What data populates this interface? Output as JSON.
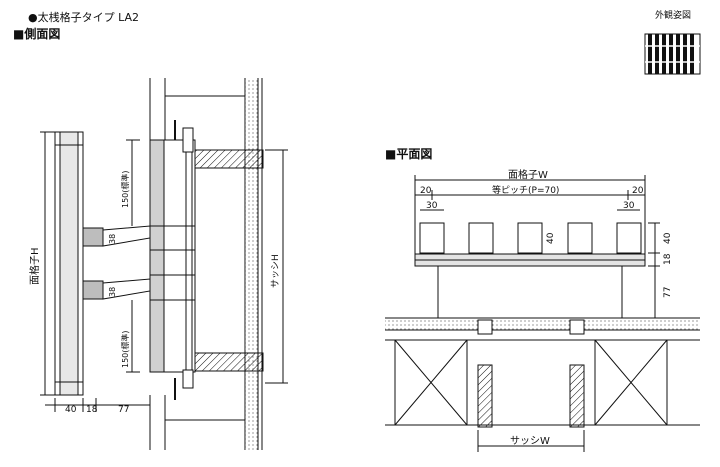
{
  "header": {
    "product_line": "●太桟格子タイプ LA2",
    "side_view_title": "■側面図",
    "plan_view_title": "■平面図",
    "exterior_view_label": "外観姿図"
  },
  "side_view": {
    "height_label": "面格子H",
    "sash_height_label": "サッシH",
    "dim_150_top": "150(標準)",
    "dim_150_bottom": "150(標準)",
    "dim_38_top": "38",
    "dim_38_bottom": "38",
    "bottom_40": "40",
    "bottom_18": "18",
    "bottom_77": "77"
  },
  "plan_view": {
    "width_label": "面格子W",
    "pitch_label": "等ピッチ(P=70)",
    "edge_left": "20",
    "edge_right": "20",
    "bar_30_left": "30",
    "bar_30_right": "30",
    "bar_40_mid": "40",
    "right_40": "40",
    "right_18": "18",
    "right_77": "77",
    "sash_width_label": "サッシW"
  },
  "colors": {
    "line": "#111111",
    "fill_gray": "#bdbdbd",
    "dark": "#333333"
  }
}
